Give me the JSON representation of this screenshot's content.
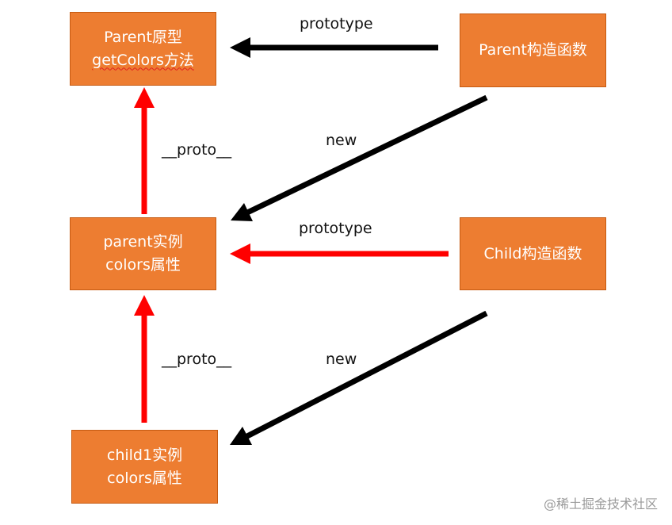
{
  "nodes": {
    "parent_prototype": {
      "line1": "Parent原型",
      "line2": "getColors方法"
    },
    "parent_constructor": {
      "line1": "Parent构造函数"
    },
    "parent_instance": {
      "line1": "parent实例",
      "line2": "colors属性"
    },
    "child_constructor": {
      "line1": "Child构造函数"
    },
    "child1_instance": {
      "line1": "child1实例",
      "line2": "colors属性"
    }
  },
  "edges": {
    "prototype_top": "prototype",
    "prototype_middle": "prototype",
    "new_top": "new",
    "new_bottom": "new",
    "proto_top": "__proto__",
    "proto_bottom": "__proto__"
  },
  "colors": {
    "box_fill": "#ed7d31",
    "arrow_black": "#000000",
    "arrow_red": "#ff0000"
  },
  "watermark": "@稀土掘金技术社区"
}
